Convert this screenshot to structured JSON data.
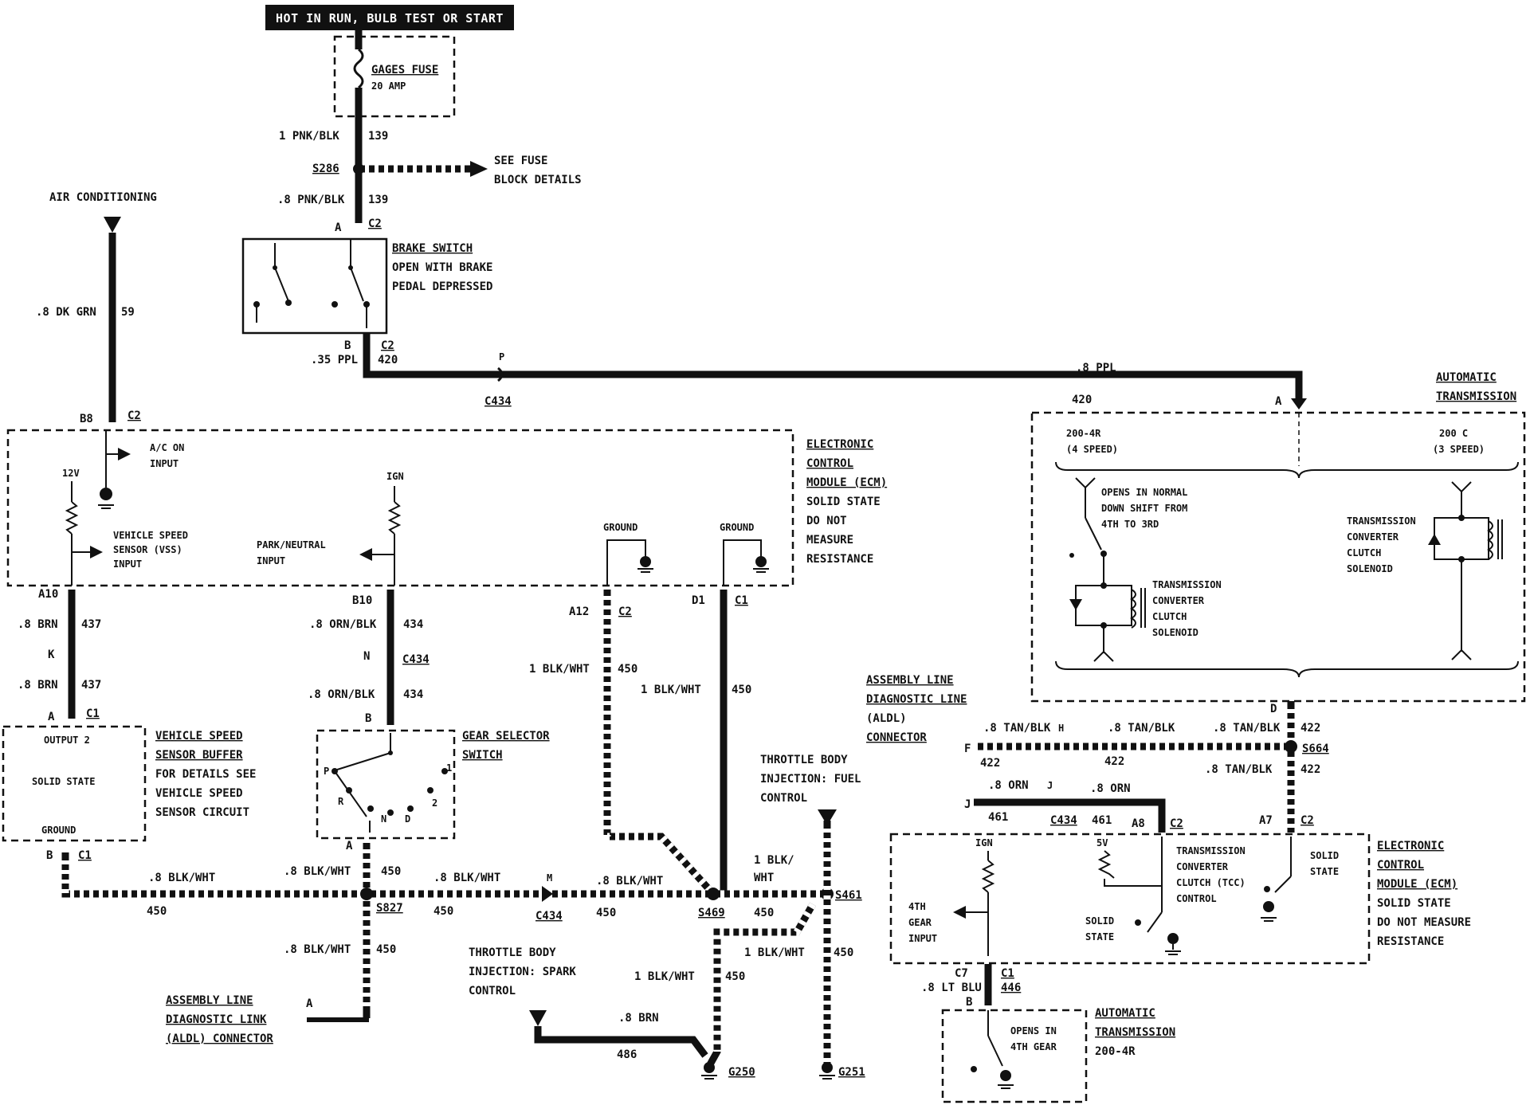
{
  "header": {
    "power_label": "HOT IN RUN, BULB TEST OR START"
  },
  "fuse": {
    "name": "GAGES FUSE",
    "rating": "20 AMP"
  },
  "wires_top": {
    "w1_gauge": "1 PNK/BLK",
    "w1_circuit": "139",
    "splice_s286": "S286",
    "see_fuse_1": "SEE FUSE",
    "see_fuse_2": "BLOCK DETAILS",
    "w2_gauge": ".8 PNK/BLK",
    "w2_circuit": "139",
    "pin_a": "A",
    "conn_c2": "C2"
  },
  "brake_switch": {
    "line1": "BRAKE SWITCH",
    "line2": "OPEN WITH BRAKE",
    "line3": "PEDAL DEPRESSED",
    "pin_b": "B",
    "conn_c2": "C2"
  },
  "ppl_wire": {
    "gauge_35": ".35 PPL",
    "circuit_420": "420",
    "pin_p": "P",
    "conn_c434": "C434",
    "gauge_8": ".8 PPL",
    "circuit_420b": "420",
    "pin_a": "A"
  },
  "air_conditioning": {
    "label": "AIR CONDITIONING",
    "gauge": ".8 DK GRN",
    "circuit": "59",
    "pin": "B8",
    "conn": "C2"
  },
  "ecm_left": {
    "title_lines": [
      "ELECTRONIC",
      "CONTROL",
      "MODULE (ECM)"
    ],
    "note_lines": [
      "SOLID STATE",
      "DO NOT",
      "MEASURE",
      "RESISTANCE"
    ],
    "ac_on_1": "A/C ON",
    "ac_on_2": "INPUT",
    "v12": "12V",
    "vss_1": "VEHICLE SPEED",
    "vss_2": "SENSOR (VSS)",
    "vss_3": "INPUT",
    "ign": "IGN",
    "pn_1": "PARK/NEUTRAL",
    "pn_2": "INPUT",
    "ground_1": "GROUND",
    "ground_2": "GROUND"
  },
  "ecm_left_pins": {
    "a10": "A10",
    "b10": "B10",
    "a12": "A12",
    "c2": "C2",
    "d1": "D1",
    "c1": "C1"
  },
  "vss_wires": {
    "g1": ".8 BRN",
    "c1": "437",
    "pin_k": "K",
    "g2": ".8 BRN",
    "c2": "437",
    "pin_a": "A",
    "conn_c1": "C1"
  },
  "gear_wires": {
    "g1": ".8 ORN/BLK",
    "c1": "434",
    "pin_n": "N",
    "conn": "C434",
    "g2": ".8 ORN/BLK",
    "c2": "434",
    "pin_b": "B"
  },
  "ground_wires": {
    "g_a12": "1 BLK/WHT",
    "c_a12": "450",
    "g_d1": "1 BLK/WHT",
    "c_d1": "450"
  },
  "vss_buffer": {
    "output": "OUTPUT 2",
    "solid": "SOLID STATE",
    "ground": "GROUND",
    "desc": [
      "VEHICLE SPEED",
      "SENSOR BUFFER",
      "FOR DETAILS SEE",
      "VEHICLE SPEED",
      "SENSOR CIRCUIT"
    ],
    "pin_b": "B",
    "conn_c1": "C1"
  },
  "gear_switch": {
    "title_1": "GEAR SELECTOR",
    "title_2": "SWITCH",
    "p": "P",
    "r": "R",
    "n": "N",
    "d": "D",
    "two": "2",
    "one": "1",
    "pin_a": "A"
  },
  "bottom_bus": {
    "g1": ".8 BLK/WHT",
    "c1": "450",
    "g2": ".8 BLK/WHT",
    "c2": "450",
    "s827": "S827",
    "g3": ".8 BLK/WHT",
    "c3": "450",
    "pin_m": "M",
    "conn_c434": "C434",
    "g4": ".8 BLK/WHT",
    "c4": "450",
    "s469": "S469",
    "g5_1": "1 BLK/",
    "g5_2": "WHT",
    "c5": "450",
    "s461": "S461",
    "g6": ".8 BLK/WHT",
    "c6": "450",
    "aldl_1": "ASSEMBLY LINE",
    "aldl_2": "DIAGNOSTIC LINK",
    "aldl_3": "(ALDL) CONNECTOR",
    "aldl_pin": "A",
    "g7": "1 BLK/WHT",
    "c7": "450",
    "g8": "1 BLK/WHT",
    "c8": "450"
  },
  "throttle_fuel": {
    "l1": "THROTTLE BODY",
    "l2": "INJECTION: FUEL",
    "l3": "CONTROL"
  },
  "throttle_spark": {
    "l1": "THROTTLE BODY",
    "l2": "INJECTION: SPARK",
    "l3": "CONTROL",
    "gauge": ".8 BRN",
    "circuit": "486"
  },
  "grounds": {
    "g250": "G250",
    "g251": "G251"
  },
  "trans_top": {
    "title_1": "AUTOMATIC",
    "title_2": "TRANSMISSION",
    "t200_1": "200-4R",
    "t200_2": "(4 SPEED)",
    "t200c_1": "200 C",
    "t200c_2": "(3 SPEED)",
    "opens_1": "OPENS IN NORMAL",
    "opens_2": "DOWN SHIFT FROM",
    "opens_3": "4TH TO 3RD",
    "tcc_1": "TRANSMISSION",
    "tcc_2": "CONVERTER",
    "tcc_3": "CLUTCH",
    "tcc_4": "SOLENOID",
    "tcc_b1": "TRANSMISSION",
    "tcc_b2": "CONVERTER",
    "tcc_b3": "CLUTCH",
    "tcc_b4": "SOLENOID",
    "pin_d": "D"
  },
  "aldl_right": {
    "l1": "ASSEMBLY LINE",
    "l2": "DIAGNOSTIC LINE",
    "l3": "(ALDL)",
    "l4": "CONNECTOR",
    "pin_f": "F",
    "c422a": "422",
    "g_tan1": ".8 TAN/BLK",
    "pin_h": "H",
    "g_tan2": ".8 TAN/BLK",
    "c422b": "422",
    "g_tan3": ".8 TAN/BLK",
    "s664": "S664",
    "g_tan4": ".8 TAN/BLK",
    "c422c": "422",
    "c422d": "422",
    "pin_j": "J",
    "g_orn1": ".8 ORN",
    "c461a": "461",
    "pin_j2": "J",
    "g_orn2": ".8 ORN",
    "c434": "C434",
    "c461b": "461",
    "a8": "A8",
    "c2a": "C2",
    "a7": "A7",
    "c2b": "C2"
  },
  "ecm_right": {
    "title": [
      "ELECTRONIC",
      "CONTROL",
      "MODULE (ECM)"
    ],
    "note": [
      "SOLID STATE",
      "DO NOT MEASURE",
      "RESISTANCE"
    ],
    "ign": "IGN",
    "v5": "5V",
    "tcc": [
      "TRANSMISSION",
      "CONVERTER",
      "CLUTCH (TCC)",
      "CONTROL"
    ],
    "solid_1": "SOLID",
    "solid_2": "STATE",
    "solid_b1": "SOLID",
    "solid_b2": "STATE",
    "gear_1": "4TH",
    "gear_2": "GEAR",
    "gear_3": "INPUT",
    "c7": "C7",
    "c1": "C1",
    "g_blu": ".8 LT BLU",
    "c446": "446",
    "pin_b": "B"
  },
  "trans_bottom": {
    "opens_1": "OPENS IN",
    "opens_2": "4TH GEAR",
    "title_1": "AUTOMATIC",
    "title_2": "TRANSMISSION",
    "title_3": "200-4R"
  },
  "icons": [
    "fuse-icon",
    "switch-icon",
    "ground-icon",
    "resistor-icon",
    "diode-icon",
    "coil-icon",
    "arrow-icon"
  ]
}
